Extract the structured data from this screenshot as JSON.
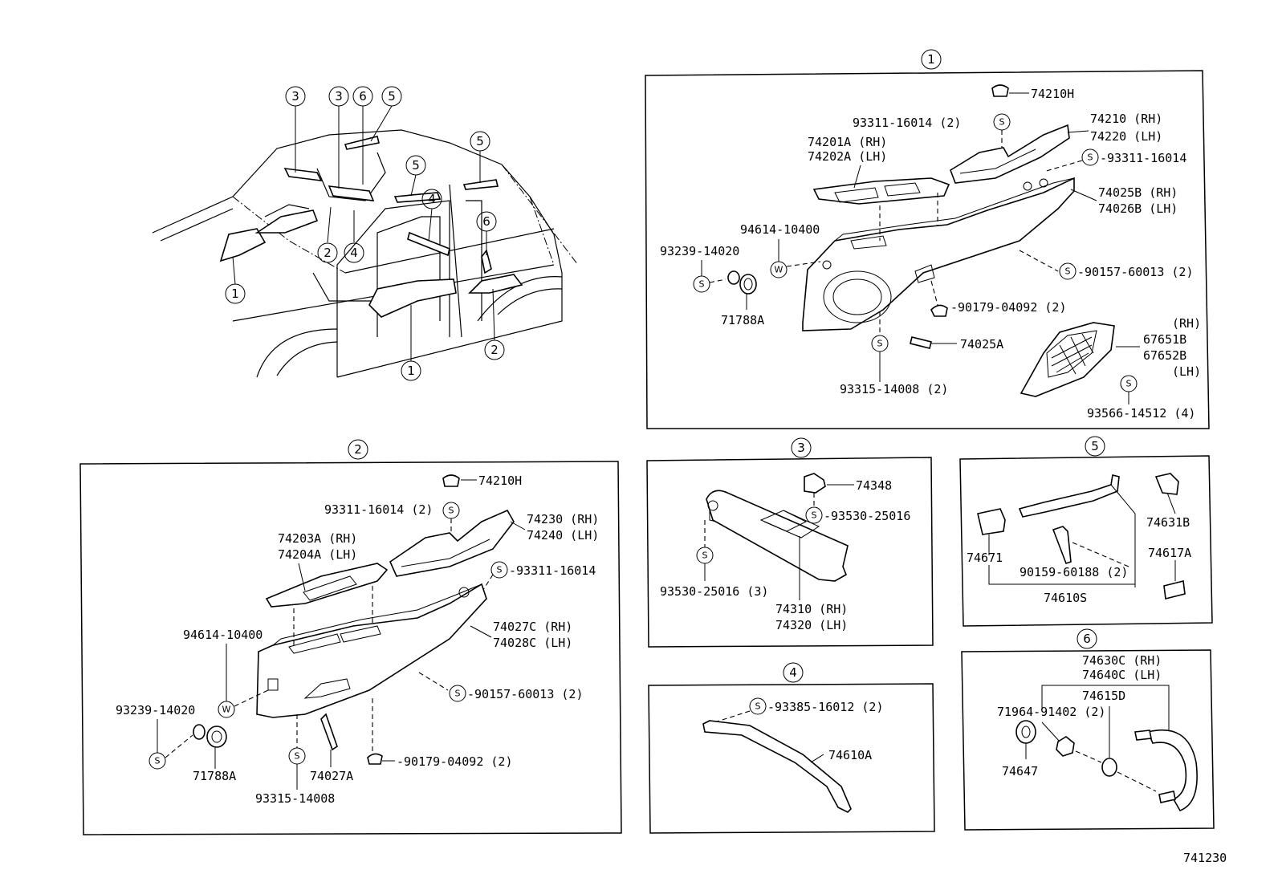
{
  "diagram_code": "741230",
  "overview": {
    "callouts": [
      "3",
      "3",
      "6",
      "5",
      "5",
      "5",
      "4",
      "6",
      "2",
      "4",
      "1",
      "1",
      "2"
    ]
  },
  "panels": {
    "p1": {
      "number": "1",
      "labels": {
        "a": "74210H",
        "b": "93311-16014 (2)",
        "c1": "74210 (RH)",
        "c2": "74220 (LH)",
        "d1": "74201A (RH)",
        "d2": "74202A (LH)",
        "e": "-93311-16014",
        "f1": "74025B (RH)",
        "f2": "74026B (LH)",
        "g": "94614-10400",
        "h": "93239-14020",
        "i": "-90157-60013 (2)",
        "j": "71788A",
        "k": "-90179-04092 (2)",
        "l": "74025A",
        "m1": "(RH)",
        "m2": "67651B",
        "m3": "67652B",
        "m4": "(LH)",
        "n": "93315-14008 (2)",
        "o": "93566-14512 (4)"
      }
    },
    "p2": {
      "number": "2",
      "labels": {
        "a": "74210H",
        "b": "93311-16014 (2)",
        "c1": "74230 (RH)",
        "c2": "74240 (LH)",
        "d1": "74203A (RH)",
        "d2": "74204A (LH)",
        "e": "-93311-16014",
        "f": "94614-10400",
        "g1": "74027C (RH)",
        "g2": "74028C (LH)",
        "h": "93239-14020",
        "i": "-90157-60013 (2)",
        "j": "71788A",
        "k": "93315-14008",
        "l": "74027A",
        "m": "-90179-04092 (2)"
      }
    },
    "p3": {
      "number": "3",
      "labels": {
        "a": "74348",
        "b": "-93530-25016",
        "c": "93530-25016 (3)",
        "d1": "74310 (RH)",
        "d2": "74320 (LH)"
      }
    },
    "p4": {
      "number": "4",
      "labels": {
        "a": "-93385-16012 (2)",
        "b": "74610A"
      }
    },
    "p5": {
      "number": "5",
      "labels": {
        "a": "74631B",
        "b": "74671",
        "c": "74617A",
        "d": "90159-60188 (2)",
        "e": "74610S"
      }
    },
    "p6": {
      "number": "6",
      "labels": {
        "a1": "74630C (RH)",
        "a2": "74640C (LH)",
        "b": "74615D",
        "c": "71964-91402 (2)",
        "d": "74647"
      }
    },
    "markers": {
      "screw": "S",
      "washer": "W"
    }
  }
}
